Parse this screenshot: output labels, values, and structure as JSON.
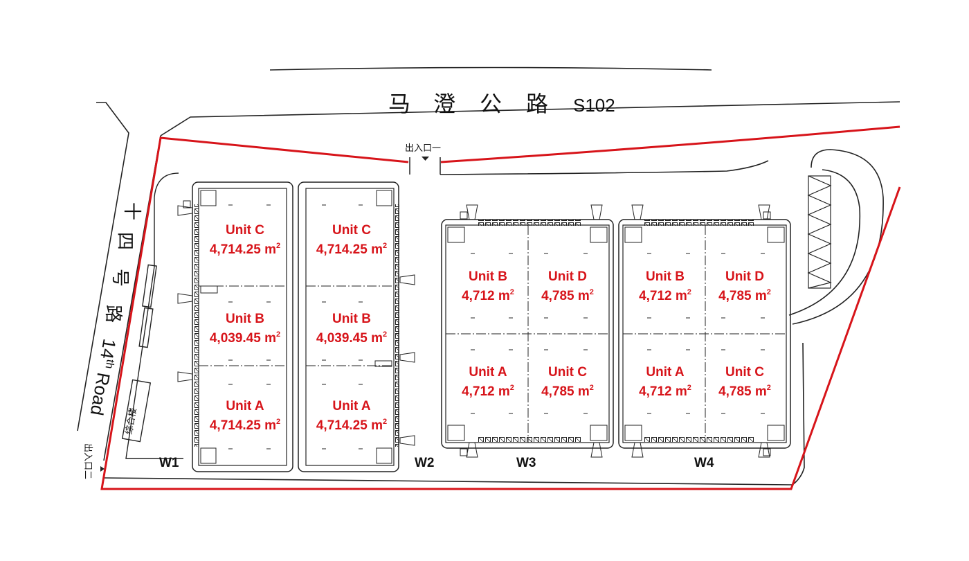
{
  "roads": {
    "north_cn": [
      "马",
      "澄",
      "公",
      "路"
    ],
    "north_code": "S102",
    "west_cn": [
      "十",
      "四",
      "号",
      "路"
    ],
    "west_en_prefix": "14",
    "west_en_sup": "th",
    "west_en_suffix": " Road"
  },
  "gates": {
    "gate1": "出入口一",
    "gate2": "出入口二"
  },
  "office_building": "综合楼",
  "warehouses": [
    {
      "name": "W1",
      "units": [
        {
          "name": "Unit C",
          "area": "4,714.25 m",
          "unit_sup": "2"
        },
        {
          "name": "Unit B",
          "area": "4,039.45 m",
          "unit_sup": "2"
        },
        {
          "name": "Unit A",
          "area": "4,714.25 m",
          "unit_sup": "2"
        }
      ]
    },
    {
      "name": "W2",
      "units": [
        {
          "name": "Unit C",
          "area": "4,714.25 m",
          "unit_sup": "2"
        },
        {
          "name": "Unit B",
          "area": "4,039.45 m",
          "unit_sup": "2"
        },
        {
          "name": "Unit A",
          "area": "4,714.25 m",
          "unit_sup": "2"
        }
      ]
    },
    {
      "name": "W3",
      "units": [
        {
          "name": "Unit B",
          "area": "4,712 m",
          "unit_sup": "2"
        },
        {
          "name": "Unit D",
          "area": "4,785 m",
          "unit_sup": "2"
        },
        {
          "name": "Unit A",
          "area": "4,712 m",
          "unit_sup": "2"
        },
        {
          "name": "Unit C",
          "area": "4,785 m",
          "unit_sup": "2"
        }
      ]
    },
    {
      "name": "W4",
      "units": [
        {
          "name": "Unit B",
          "area": "4,712 m",
          "unit_sup": "2"
        },
        {
          "name": "Unit D",
          "area": "4,785 m",
          "unit_sup": "2"
        },
        {
          "name": "Unit A",
          "area": "4,712 m",
          "unit_sup": "2"
        },
        {
          "name": "Unit C",
          "area": "4,785 m",
          "unit_sup": "2"
        }
      ]
    }
  ],
  "colors": {
    "boundary": "#d7141a",
    "unit_text": "#d7141a",
    "lines": "#222222"
  }
}
